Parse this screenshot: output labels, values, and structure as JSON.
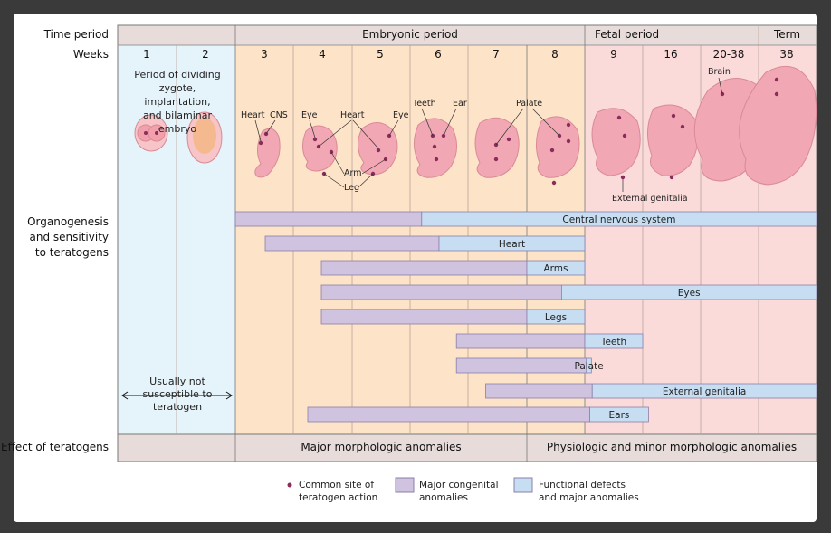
{
  "row_labels": {
    "time_period": "Time period",
    "weeks": "Weeks",
    "organogenesis": [
      "Organogenesis",
      "and sensitivity",
      "to teratogens"
    ],
    "effect": "Effect of teratogens"
  },
  "periods": {
    "embryonic": "Embryonic period",
    "fetal": "Fetal period",
    "term": "Term"
  },
  "weeks": [
    "1",
    "2",
    "3",
    "4",
    "5",
    "6",
    "7",
    "8",
    "9",
    "16",
    "20-38",
    "38"
  ],
  "early_note": [
    "Period of dividing",
    "zygote, implantation,",
    "and bilaminar embryo"
  ],
  "not_susceptible": [
    "Usually not",
    "susceptible to",
    "teratogen"
  ],
  "structure_labels": {
    "heart": "Heart",
    "cns": "CNS",
    "eye": "Eye",
    "heart2": "Heart",
    "eye2": "Eye",
    "arm": "Arm",
    "leg": "Leg",
    "teeth": "Teeth",
    "ear": "Ear",
    "palate": "Palate",
    "brain": "Brain",
    "external_genitalia": "External genitalia"
  },
  "organs": [
    {
      "name": "Central nervous system",
      "major": [
        3,
        6.2
      ],
      "functional": [
        6.2,
        38
      ]
    },
    {
      "name": "Heart",
      "major": [
        3.5,
        6.5
      ],
      "functional": [
        6.5,
        9
      ]
    },
    {
      "name": "Arms",
      "major": [
        4,
        8
      ],
      "functional": [
        8,
        9
      ]
    },
    {
      "name": "Eyes",
      "major": [
        4,
        8.6
      ],
      "functional": [
        8.6,
        38
      ]
    },
    {
      "name": "Legs",
      "major": [
        4,
        8
      ],
      "functional": [
        8,
        9
      ]
    },
    {
      "name": "Teeth",
      "major": [
        6.8,
        9
      ],
      "functional": [
        9,
        16
      ]
    },
    {
      "name": "Palate",
      "major": [
        6.8,
        9.2
      ],
      "functional": [
        9.2,
        9.8
      ]
    },
    {
      "name": "External genitalia",
      "major": [
        7.3,
        9.9
      ],
      "functional": [
        9.9,
        38
      ]
    },
    {
      "name": "Ears",
      "major": [
        4.3,
        9.6
      ],
      "functional": [
        9.6,
        16.4
      ]
    }
  ],
  "effects": {
    "major": "Major morphologic anomalies",
    "minor": "Physiologic and minor morphologic anomalies"
  },
  "legend": {
    "dot": [
      "Common site of",
      "teratogen action"
    ],
    "major": [
      "Major congenital",
      "anomalies"
    ],
    "functional": [
      "Functional defects",
      "and major anomalies"
    ]
  },
  "colors": {
    "early_bg": "#e5f3fb",
    "embryonic_bg": "#fde3c8",
    "fetal_bg": "#fbdada",
    "header_bg": "#e8dcda",
    "major_bar": "#cfc3e0",
    "functional_bar": "#c7def2",
    "embryo": "#f2a7b4",
    "dot": "#8b2d5b"
  }
}
